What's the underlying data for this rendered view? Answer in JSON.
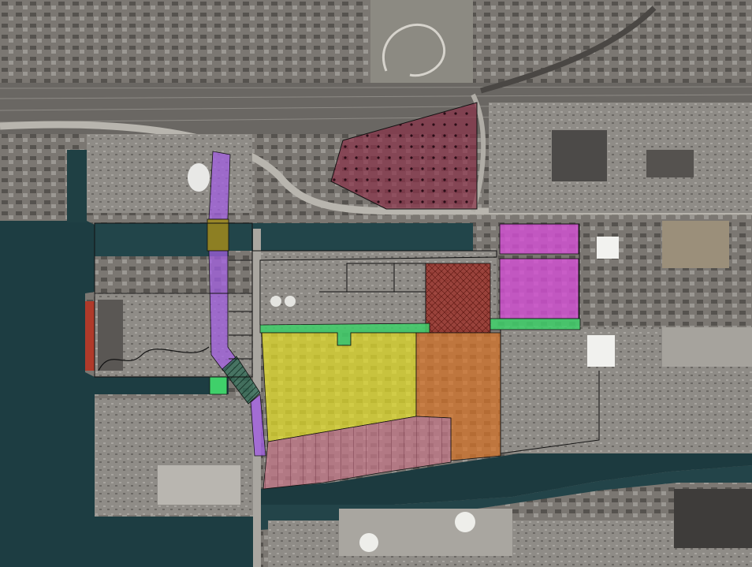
{
  "map": {
    "view": "aerial-satellite",
    "labels": []
  },
  "colors": {
    "water": "#1e3f43",
    "land": "#9a9690",
    "urban_dark": "#5e5b57",
    "rail": "#6e6a66",
    "road": "#c9c6c0",
    "zone_dotted": "#8a3248",
    "zone_purple": "#a15fe0",
    "zone_olive": "#a08a1c",
    "zone_green": "#3fd06a",
    "zone_teal_hatched": "#2f6b56",
    "zone_magenta": "#d44fd4",
    "zone_red": "#9c2a22",
    "zone_yellow": "#e6e02a",
    "zone_orange": "#d9762a",
    "zone_pink": "#c87a8a",
    "boundary": "#111111"
  },
  "zones": [
    {
      "id": "dotted-zone",
      "pattern": "dots"
    },
    {
      "id": "purple-corridor-north",
      "pattern": "solid"
    },
    {
      "id": "olive-crossing",
      "pattern": "solid"
    },
    {
      "id": "purple-corridor-south",
      "pattern": "solid"
    },
    {
      "id": "green-square",
      "pattern": "solid"
    },
    {
      "id": "teal-hatched-bridge",
      "pattern": "hatch"
    },
    {
      "id": "magenta-north",
      "pattern": "solid"
    },
    {
      "id": "magenta-south",
      "pattern": "solid"
    },
    {
      "id": "red-block",
      "pattern": "cross-hatch"
    },
    {
      "id": "green-strip-west",
      "pattern": "solid"
    },
    {
      "id": "green-strip-east",
      "pattern": "solid"
    },
    {
      "id": "yellow-block",
      "pattern": "solid"
    },
    {
      "id": "orange-block",
      "pattern": "solid"
    },
    {
      "id": "pink-waterfront",
      "pattern": "vertical-hatch"
    },
    {
      "id": "purple-corridor-pier",
      "pattern": "solid"
    }
  ]
}
